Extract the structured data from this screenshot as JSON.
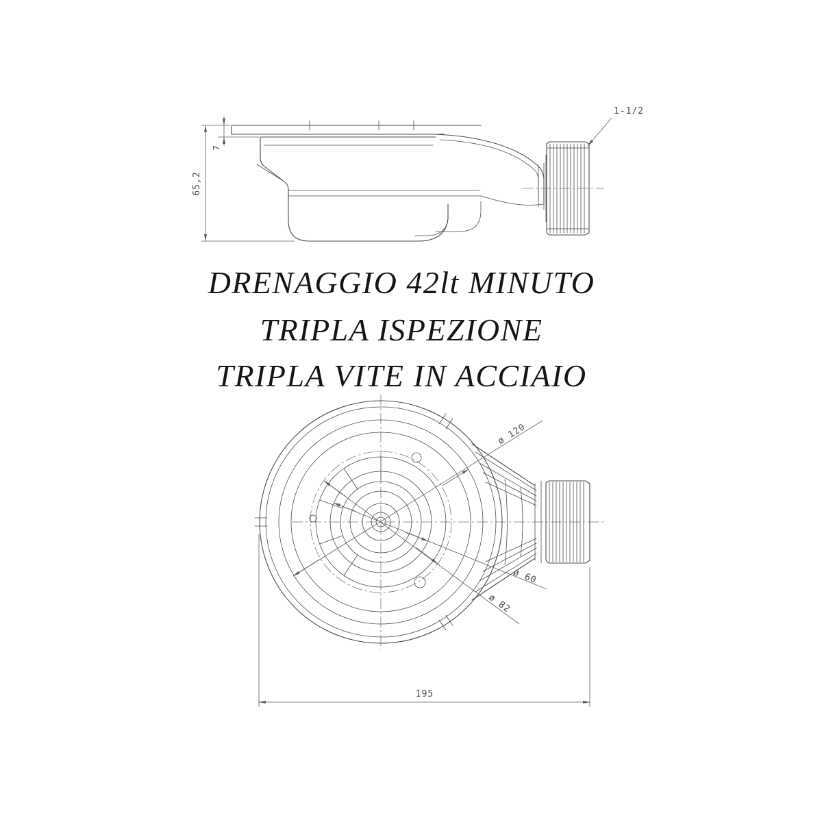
{
  "caption": {
    "line1": "DRENAGGIO 42lt MINUTO",
    "line2": "TRIPLA ISPEZIONE",
    "line3": "TRIPLA VITE IN ACCIAIO"
  },
  "dimensions": {
    "total_height": "65,2",
    "flange_thickness": "7",
    "thread_size": "1-1/2",
    "overall_width": "195",
    "diameter_top": "ø 120",
    "diameter_drain": "ø 60",
    "diameter_screws": "ø 82"
  },
  "colors": {
    "line": "#4a4a4a",
    "dimension": "#5c5c5c",
    "caption_text": "#151515",
    "background": "#ffffff"
  }
}
